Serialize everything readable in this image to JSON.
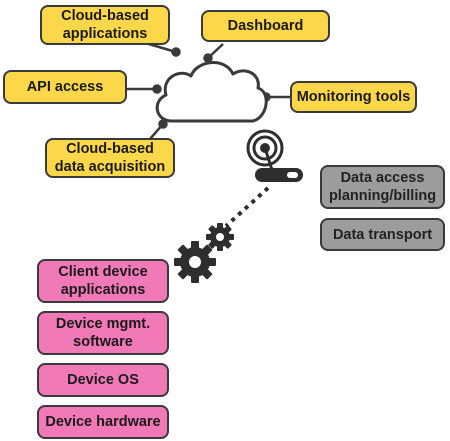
{
  "cloud_services": {
    "cloud_apps": "Cloud-based\napplications",
    "dashboard": "Dashboard",
    "api_access": "API access",
    "monitoring_tools": "Monitoring tools",
    "data_acquisition": "Cloud-based\ndata acquisition"
  },
  "network_services": {
    "data_access_billing": "Data access\nplanning/billing",
    "data_transport": "Data transport"
  },
  "device_stack": {
    "client_apps": "Client device\napplications",
    "device_mgmt": "Device mgmt.\nsoftware",
    "device_os": "Device OS",
    "device_hardware": "Device hardware"
  },
  "colors": {
    "cloud_box": "#fcd74a",
    "device_box": "#f279b7",
    "network_box": "#9c9c9c",
    "outline": "#3a3a3a"
  },
  "icons": [
    "cloud-icon",
    "wireless-router-icon",
    "gears-icon"
  ]
}
